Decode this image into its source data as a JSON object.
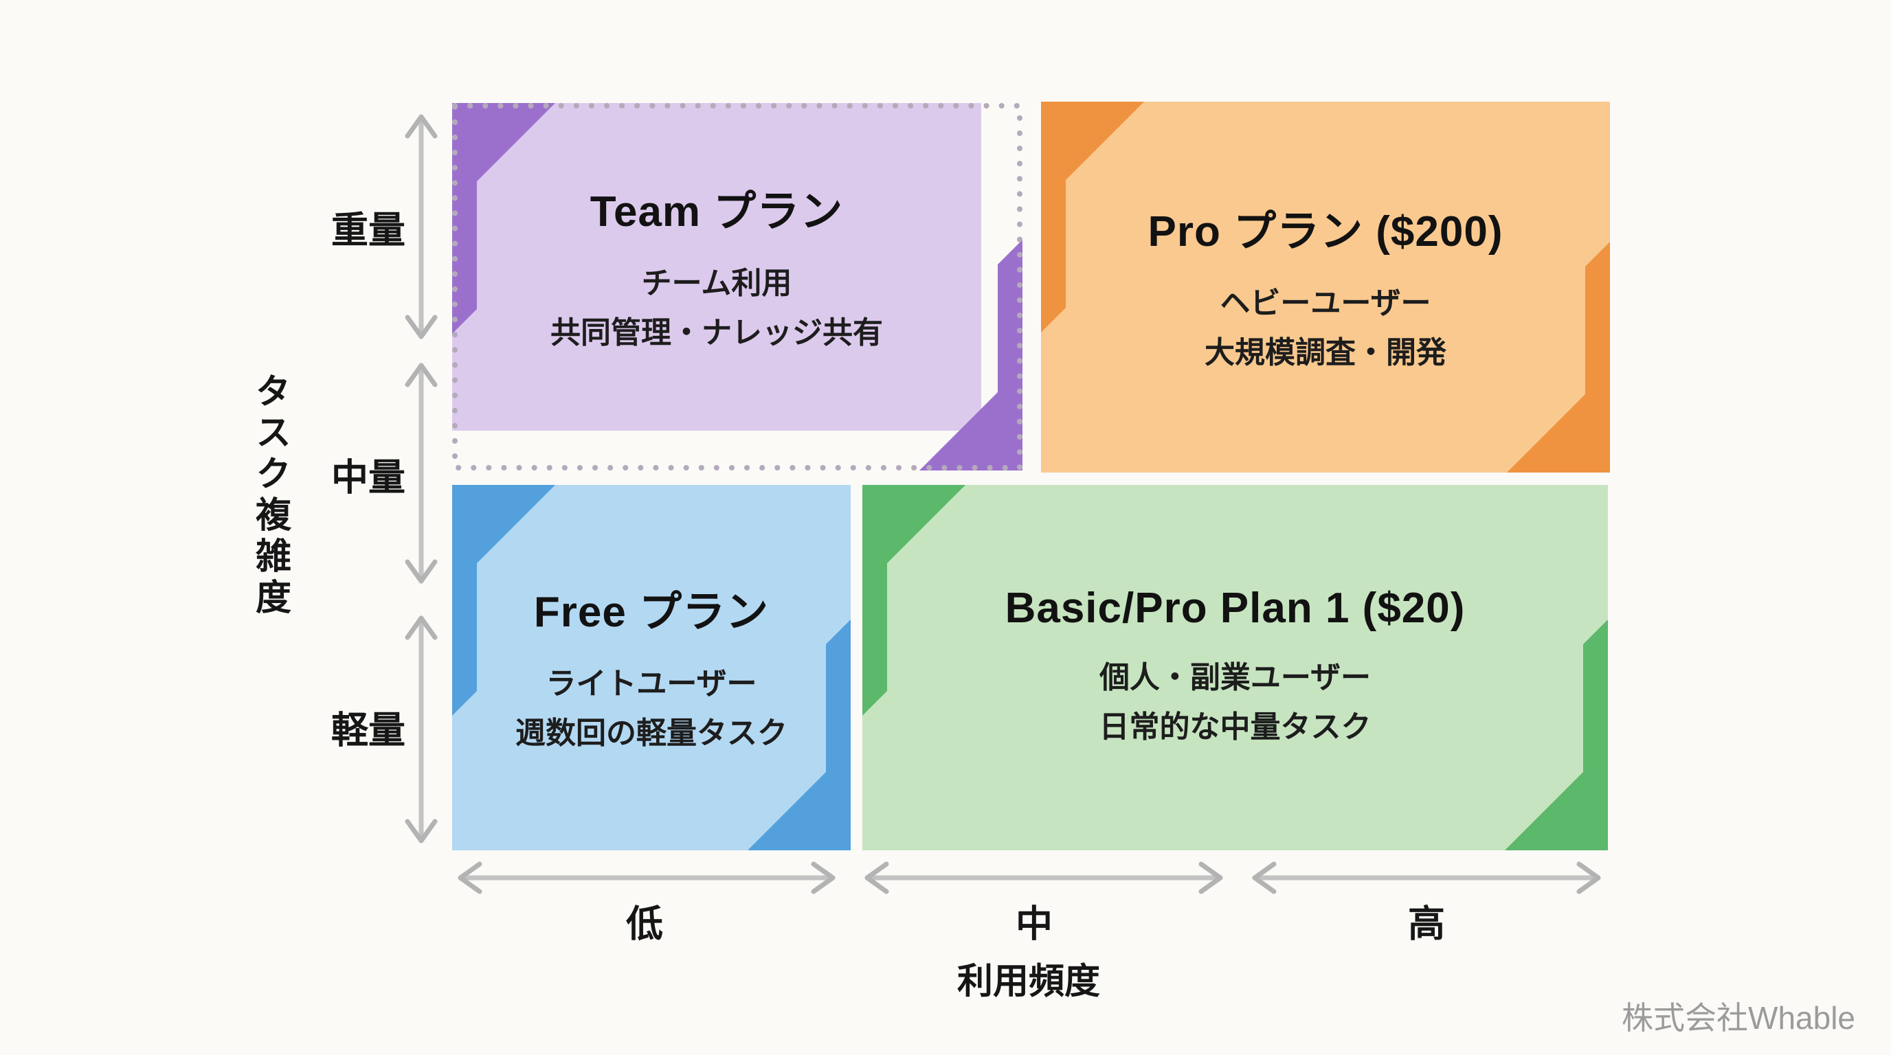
{
  "diagram": {
    "type": "quadrant-matrix",
    "y_axis": {
      "title": "タスク複雑度",
      "labels": {
        "high": "重量",
        "mid": "中量",
        "low": "軽量"
      }
    },
    "x_axis": {
      "title": "利用頻度",
      "labels": {
        "low": "低",
        "mid": "中",
        "high": "高"
      }
    },
    "quadrants": {
      "team": {
        "title": "Team プラン",
        "line1": "チーム利用",
        "line2": "共同管理・ナレッジ共有",
        "position": "complexity-high / frequency-low",
        "highlighted": true,
        "bg": "#dccaed",
        "accent": "#9b70cd"
      },
      "pro": {
        "title": "Pro プラン ($200)",
        "line1": "ヘビーユーザー",
        "line2": "大規模調査・開発",
        "position": "complexity-high / frequency-high",
        "highlighted": false,
        "bg": "#f9c98f",
        "accent": "#ef9340"
      },
      "free": {
        "title": "Free プラン",
        "line1": "ライトユーザー",
        "line2": "週数回の軽量タスク",
        "position": "complexity-low / frequency-low",
        "highlighted": false,
        "bg": "#b3d8f2",
        "accent": "#53a0dc"
      },
      "basic": {
        "title": "Basic/Pro Plan 1 ($20)",
        "line1": "個人・副業ユーザー",
        "line2": "日常的な中量タスク",
        "position": "complexity-low / frequency-mid-high",
        "highlighted": false,
        "bg": "#c6e4c0",
        "accent": "#5cb86a"
      }
    },
    "watermark": "株式会社Whable"
  }
}
